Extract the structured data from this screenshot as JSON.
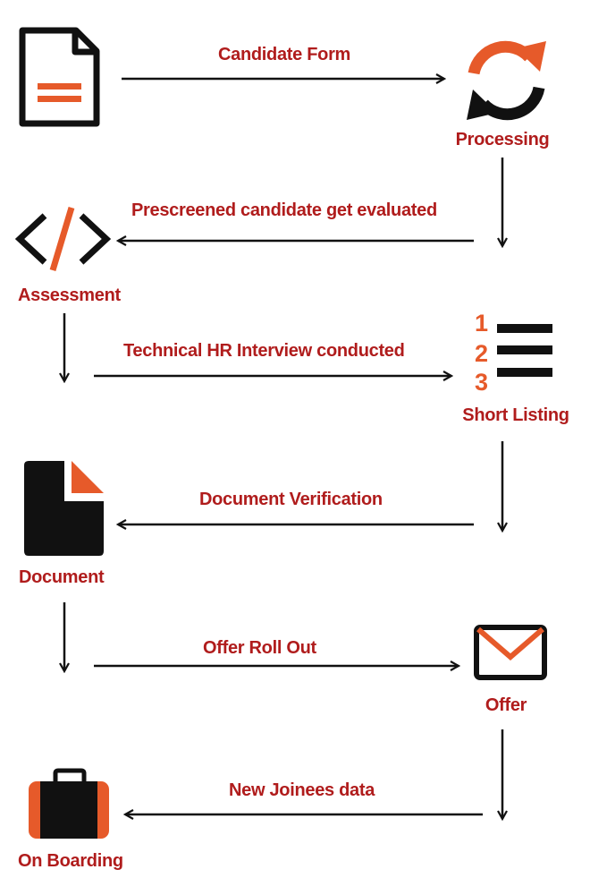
{
  "colors": {
    "accent": "#e65a2a",
    "text": "#b01c1c",
    "ink": "#111111"
  },
  "nodes": [
    {
      "id": "form",
      "label": "",
      "icon": "document-lines-icon"
    },
    {
      "id": "processing",
      "label": "Processing",
      "icon": "refresh-icon"
    },
    {
      "id": "assessment",
      "label": "Assessment",
      "icon": "code-icon"
    },
    {
      "id": "shortlisting",
      "label": "Short Listing",
      "icon": "numbered-list-icon"
    },
    {
      "id": "document",
      "label": "Document",
      "icon": "file-icon"
    },
    {
      "id": "offer",
      "label": "Offer",
      "icon": "envelope-icon"
    },
    {
      "id": "onboarding",
      "label": "On Boarding",
      "icon": "briefcase-icon"
    }
  ],
  "edges": [
    {
      "from": "form",
      "to": "processing",
      "label": "Candidate Form"
    },
    {
      "from": "processing",
      "to": "shortlisting-pre",
      "label": ""
    },
    {
      "from": "processing",
      "to": "assessment",
      "label": "Prescreened candidate get evaluated"
    },
    {
      "from": "assessment",
      "to": "shortlisting",
      "label": "Technical HR Interview conducted"
    },
    {
      "from": "shortlisting",
      "to": "document",
      "label": "Document Verification"
    },
    {
      "from": "document",
      "to": "offer",
      "label": "Offer Roll Out"
    },
    {
      "from": "offer",
      "to": "onboarding",
      "label": "New Joinees data"
    }
  ]
}
